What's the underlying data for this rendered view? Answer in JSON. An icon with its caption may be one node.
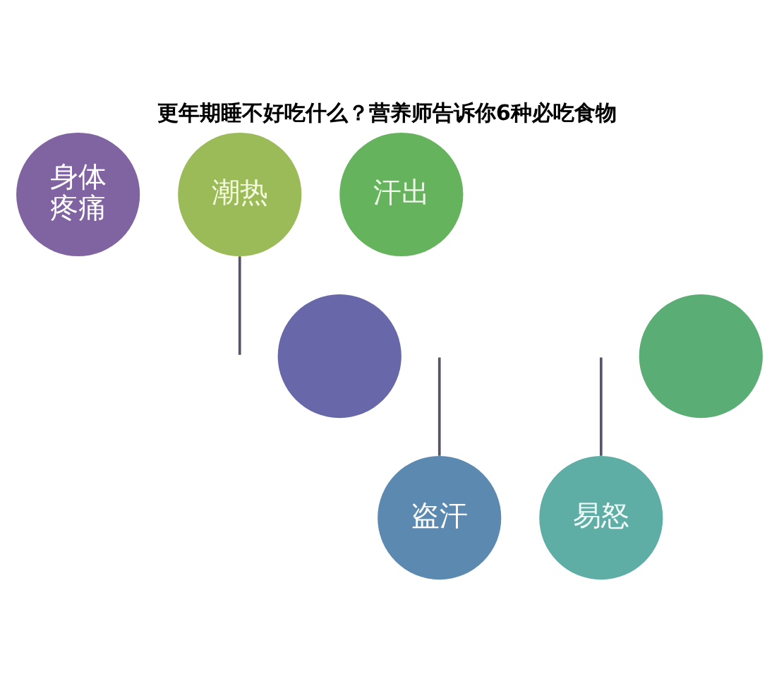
{
  "diagram": {
    "title": "更年期睡不好吃什么？营养师告诉你6种必吃食物",
    "nodes": [
      {
        "text": [
          "潮热"
        ]
      },
      {
        "text": [
          "身体疼痛"
        ]
      },
      {
        "text": [
          "汗出"
        ]
      },
      {
        "text": [],
        "shape": "circle"
      },
      {
        "text": [],
        "shape": "circle"
      },
      {
        "text": [
          "盗汗"
        ]
      },
      {
        "text": [
          "易怒"
        ]
      }
    ],
    "edges": [
      {
        "from": null,
        "to": 0,
        "arrow": "none"
      },
      {
        "from": null,
        "to": 5,
        "arrow": "none"
      },
      {
        "from": null,
        "to": 6,
        "arrow": "none"
      }
    ]
  }
}
